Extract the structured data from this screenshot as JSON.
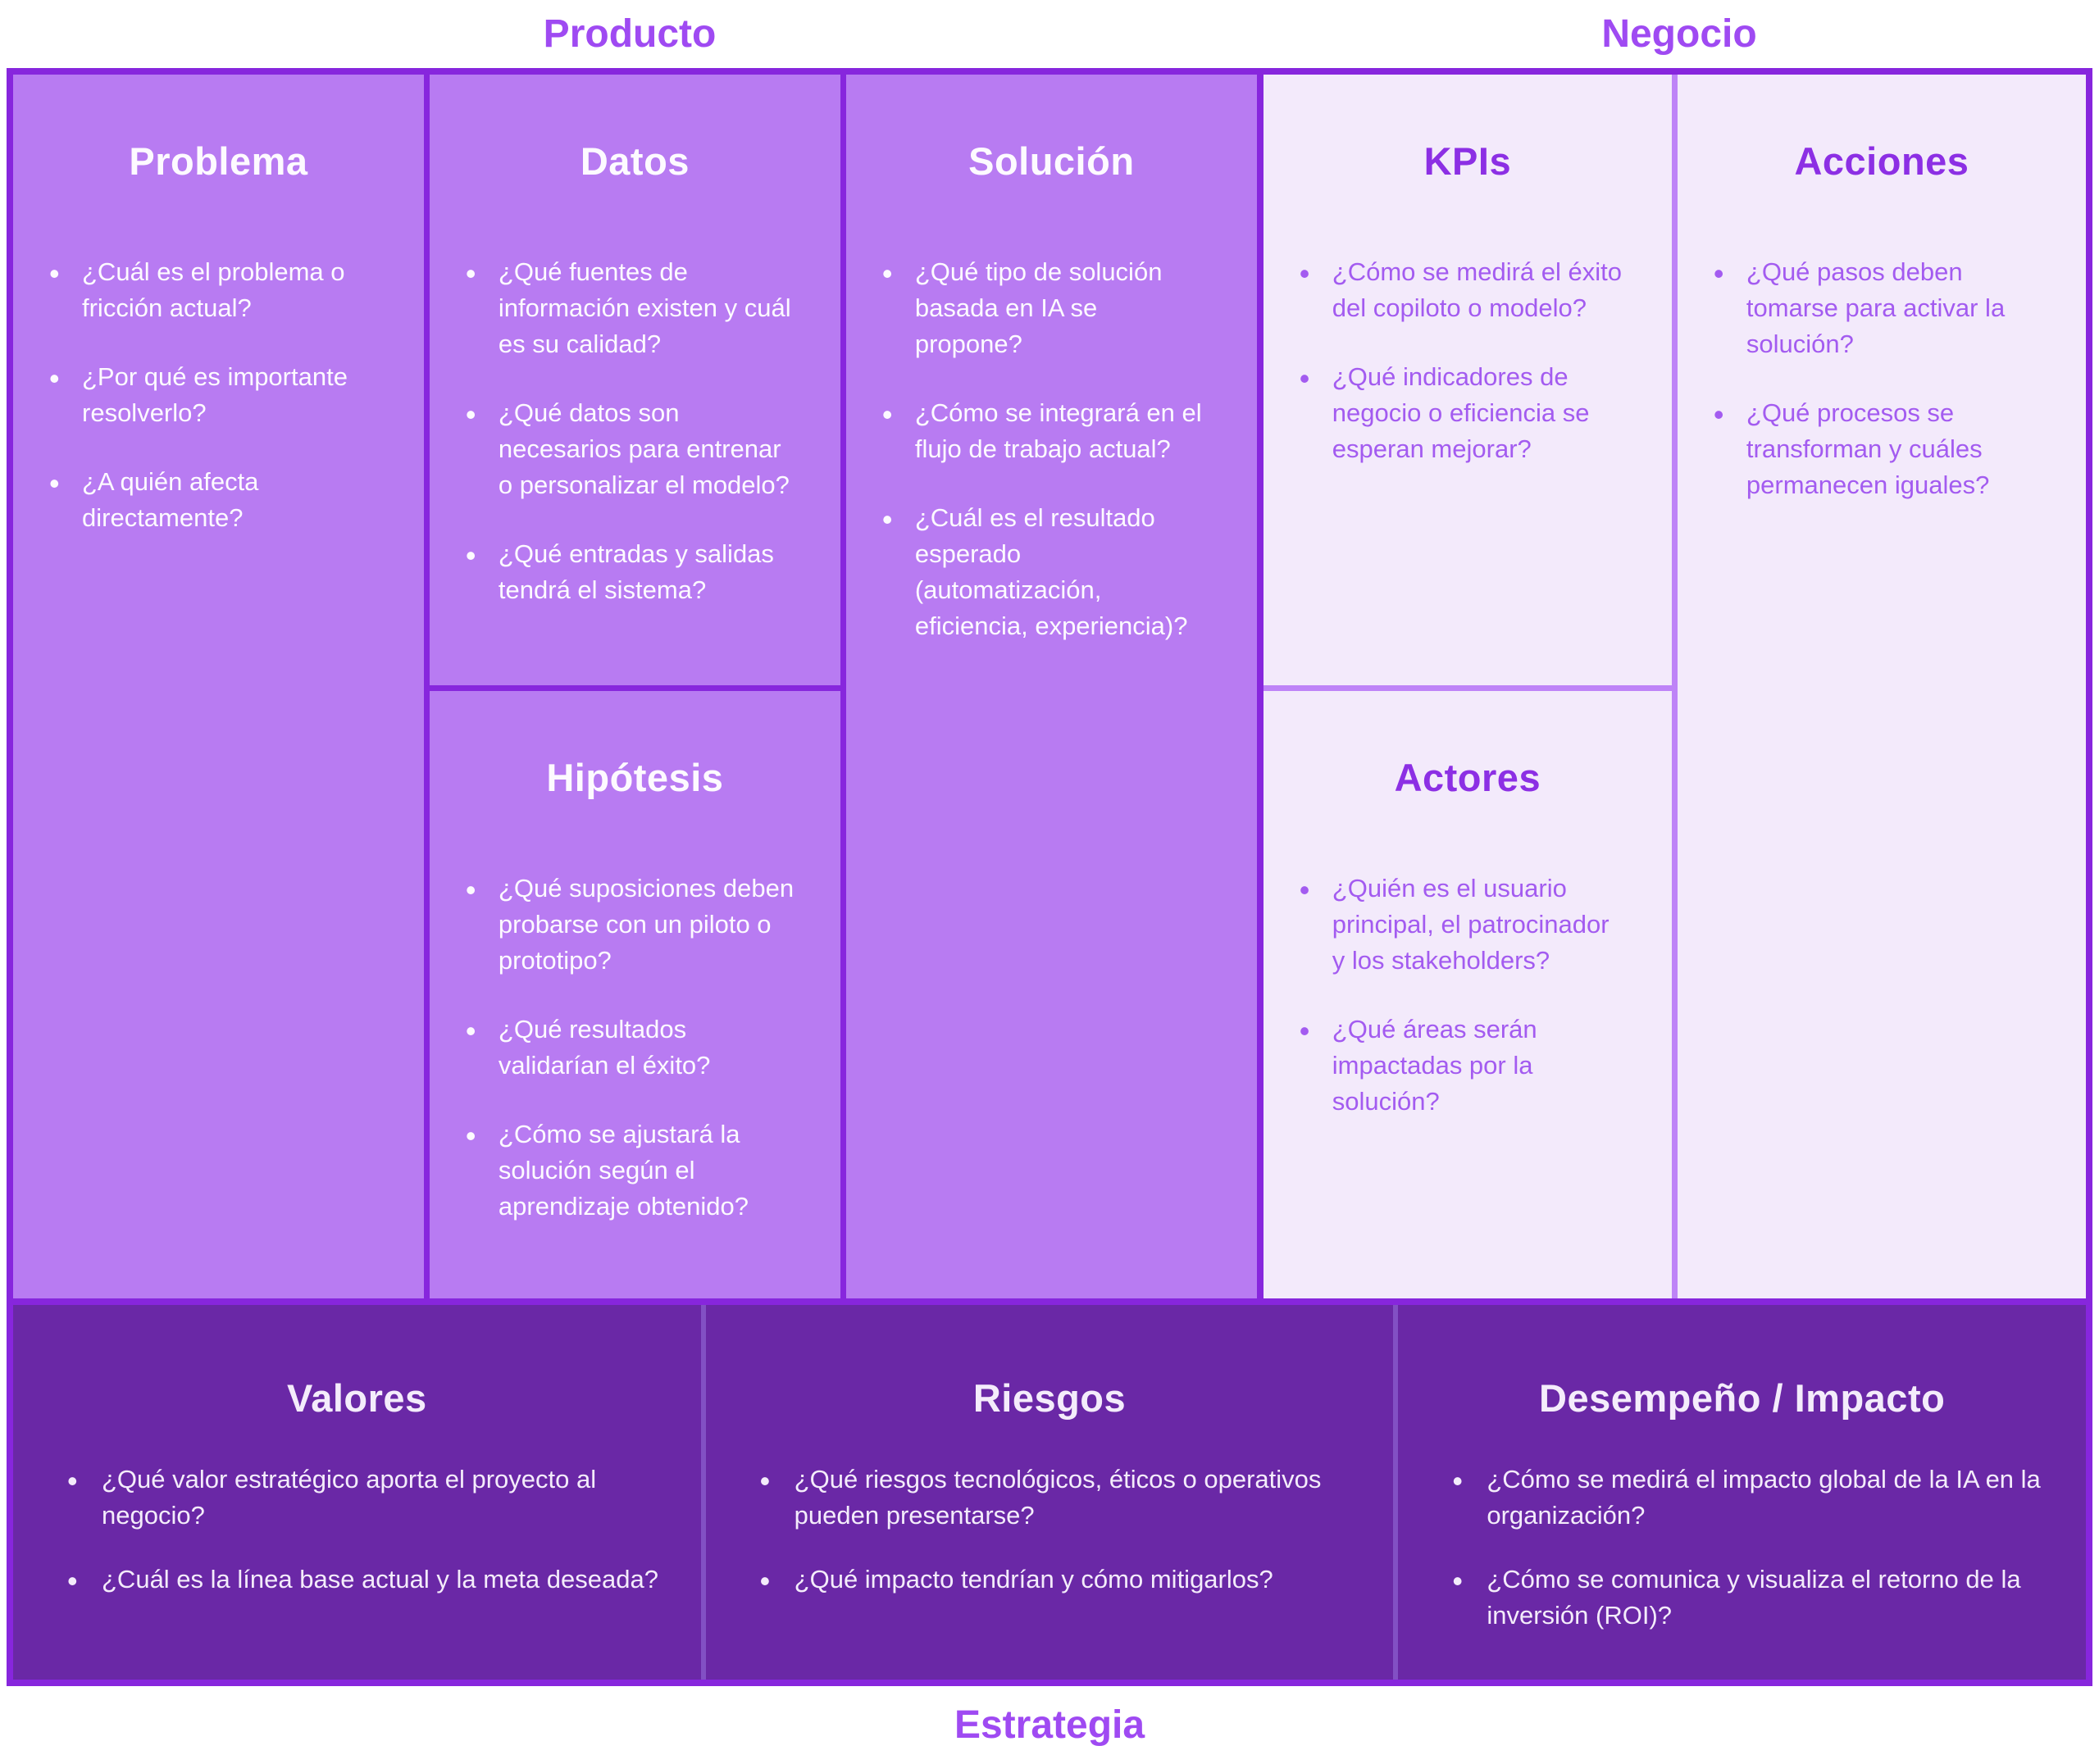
{
  "labels": {
    "producto": "Producto",
    "negocio": "Negocio",
    "estrategia": "Estrategia"
  },
  "grid": {
    "problema": {
      "title": "Problema",
      "bullets": [
        "¿Cuál es el problema o fricción actual?",
        "¿Por qué es importante resolverlo?",
        "¿A quién afecta directamente?"
      ]
    },
    "datos": {
      "title": "Datos",
      "bullets": [
        "¿Qué fuentes de información existen y cuál es su calidad?",
        "¿Qué datos son necesarios para entrenar o personalizar el modelo?",
        "¿Qué entradas y salidas tendrá el sistema?"
      ]
    },
    "hipotesis": {
      "title": "Hipótesis",
      "bullets": [
        "¿Qué suposiciones deben probarse con un piloto o prototipo?",
        "¿Qué resultados validarían el éxito?",
        "¿Cómo se ajustará la solución según el aprendizaje obtenido?"
      ]
    },
    "solucion": {
      "title": "Solución",
      "bullets": [
        "¿Qué tipo de solución basada en IA se propone?",
        "¿Cómo se integrará en el flujo de trabajo actual?",
        "¿Cuál es el resultado esperado (automatización, eficiencia, experiencia)?"
      ]
    },
    "kpis": {
      "title": "KPIs",
      "bullets": [
        "¿Cómo se medirá el éxito del copiloto o modelo?",
        "¿Qué indicadores de negocio o eficiencia se esperan mejorar?"
      ]
    },
    "actores": {
      "title": "Actores",
      "bullets": [
        "¿Quién es el usuario principal, el patrocinador y los stakeholders?",
        "¿Qué áreas serán impactadas por la solución?"
      ]
    },
    "acciones": {
      "title": "Acciones",
      "bullets": [
        "¿Qué pasos deben tomarse para activar la solución?",
        "¿Qué procesos se transforman y cuáles permanecen iguales?"
      ]
    },
    "valores": {
      "title": "Valores",
      "bullets": [
        "¿Qué valor estratégico aporta el proyecto al negocio?",
        "¿Cuál es la línea base actual y la meta deseada?"
      ]
    },
    "riesgos": {
      "title": "Riesgos",
      "bullets": [
        "¿Qué riesgos tecnológicos, éticos o operativos pueden presentarse?",
        "¿Qué impacto tendrían y cómo mitigarlos?"
      ]
    },
    "desempeno": {
      "title": "Desempeño / Impacto",
      "bullets": [
        "¿Cómo se medirá el impacto global de la IA en la organización?",
        "¿Cómo se comunica y visualiza el retorno de la inversión (ROI)?"
      ]
    }
  },
  "colors": {
    "page_background": "#FFFFFF",
    "purple_cell": "#B87BF2",
    "light_cell": "#F3EAFB",
    "dark_cell": "#6A28A6",
    "frame_border": "#8726DD",
    "light_border": "#BE83F7",
    "dark_row_border": "#8250C4",
    "label_text": "#9F4AF2",
    "light_title_text": "#8C2FE4",
    "light_body_text": "#A35BF0",
    "white_text": "#FDFAFF"
  }
}
